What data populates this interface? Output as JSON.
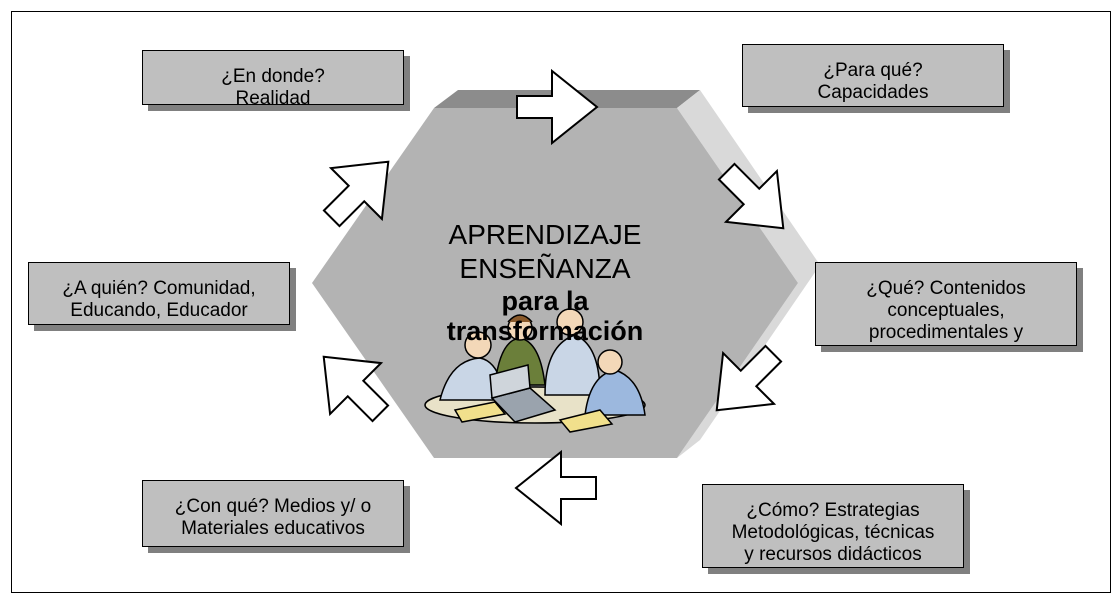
{
  "center": {
    "line1": "APRENDIZAJE",
    "line2": "ENSEÑANZA",
    "line3": "para la",
    "line4": "transformación"
  },
  "boxes": {
    "donde": {
      "l1": "¿En donde?",
      "l2": "Realidad"
    },
    "paraque": {
      "l1": "¿Para qué?",
      "l2": "Capacidades"
    },
    "que": {
      "l1": "¿Qué? Contenidos",
      "l2": "conceptuales,",
      "l3": "procedimentales y"
    },
    "como": {
      "l1": "¿Cómo? Estrategias",
      "l2": "Metodológicas, técnicas",
      "l3": "y recursos didácticos"
    },
    "conque": {
      "l1": "¿Con qué? Medios y/ o",
      "l2": "Materiales educativos"
    },
    "aquien": {
      "l1": "¿A quién? Comunidad,",
      "l2": "Educando, Educador"
    }
  },
  "colors": {
    "box_fill": "#bfbfbf",
    "hex_face": "#b3b3b3",
    "hex_side": "#d9d9d9",
    "hex_top": "#8c8c8c",
    "shadow": "#808080"
  }
}
